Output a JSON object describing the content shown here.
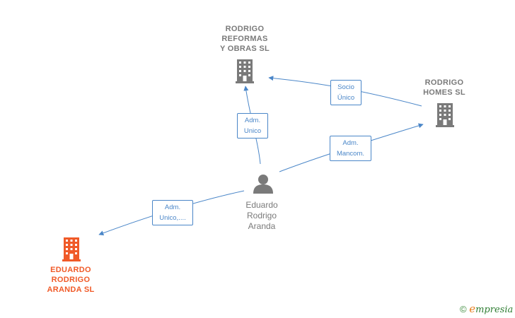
{
  "nodes": {
    "reformas": {
      "label": [
        "RODRIGO",
        "REFORMAS",
        "Y OBRAS SL"
      ],
      "color": "#7a7a7a"
    },
    "homes": {
      "label": [
        "RODRIGO",
        "HOMES  SL"
      ],
      "color": "#7a7a7a"
    },
    "aranda_sl": {
      "label": [
        "EDUARDO",
        "RODRIGO",
        "ARANDA  SL"
      ],
      "color": "#f05a28"
    },
    "person": {
      "label": [
        "Eduardo",
        "Rodrigo",
        "Aranda"
      ]
    }
  },
  "edges": {
    "socio_unico": [
      "Socio",
      "Único"
    ],
    "adm_unico_top": [
      "Adm.",
      "Unico"
    ],
    "adm_mancom": [
      "Adm.",
      "Mancom."
    ],
    "adm_unico_left": [
      "Adm.",
      "Unico,...."
    ]
  },
  "colors": {
    "edge": "#4a86c8",
    "text": "#7a7a7a",
    "highlight": "#f05a28"
  },
  "brand": {
    "copyright": "©",
    "e_letter": "e",
    "rest": "mpresia"
  }
}
